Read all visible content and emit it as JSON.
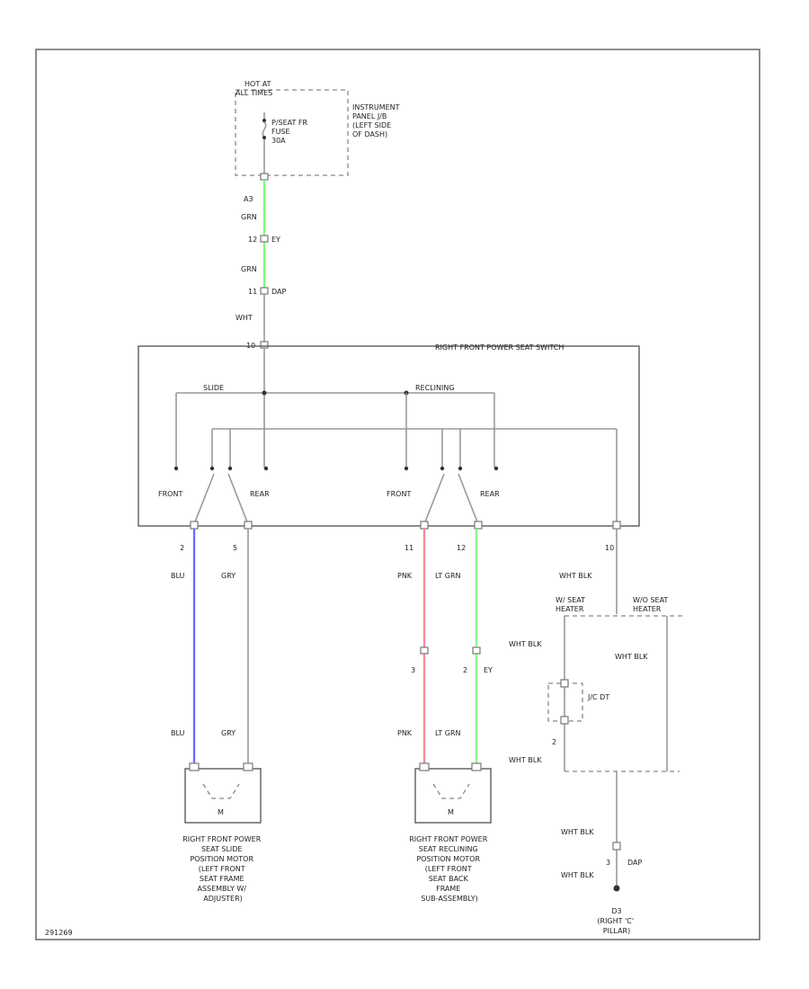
{
  "fuse_block": {
    "hot_label": [
      "HOT AT",
      "ALL TIMES"
    ],
    "fuse_label": [
      "P/SEAT FR",
      "FUSE",
      "30A"
    ],
    "location_label": [
      "INSTRUMENT",
      "PANEL J/B",
      "(LEFT SIDE",
      "OF DASH)"
    ]
  },
  "upper_wire": {
    "conn_a": "A3",
    "color_1": "GRN",
    "conn_b": "12",
    "conn_b_name": "EY",
    "color_2": "GRN",
    "conn_c": "11",
    "conn_c_name": "DAP",
    "color_3": "WHT",
    "switch_pin": "10"
  },
  "seat_switch": {
    "title": "RIGHT FRONT POWER SEAT SWITCH",
    "slide_label": "SLIDE",
    "reclining_label": "RECLINING",
    "front_label": "FRONT",
    "rear_label": "REAR"
  },
  "slide_wires": {
    "pin_left": "2",
    "pin_right": "5",
    "color_left": "BLU",
    "color_right": "GRY",
    "color_left_low": "BLU",
    "color_right_low": "GRY"
  },
  "recline_wires": {
    "pin_left": "11",
    "pin_right": "12",
    "color_left": "PNK",
    "color_right": "LT GRN",
    "inline_pin_left": "3",
    "inline_pin_right": "2",
    "inline_conn": "EY",
    "color_left_low": "PNK",
    "color_right_low": "LT GRN"
  },
  "ground_branch": {
    "pin": "10",
    "color": "WHT BLK",
    "with_heater": [
      "W/ SEAT",
      "HEATER"
    ],
    "without_heater": [
      "W/O SEAT",
      "HEATER"
    ],
    "color_left_top": "WHT BLK",
    "color_right": "WHT BLK",
    "jc_label": "J/C DT",
    "jc_pin": "2",
    "color_left_bottom": "WHT BLK",
    "color_ground_1": "WHT BLK",
    "conn_pin": "3",
    "conn_name": "DAP",
    "color_ground_2": "WHT BLK",
    "ground_id": "D3",
    "ground_location": [
      "(RIGHT 'C'",
      "PILLAR)"
    ]
  },
  "motors": {
    "slide_motor": [
      "RIGHT FRONT POWER",
      "SEAT SLIDE",
      "POSITION MOTOR",
      "(LEFT FRONT",
      "SEAT FRAME",
      "ASSEMBLY W/",
      "ADJUSTER)"
    ],
    "recline_motor": [
      "RIGHT FRONT POWER",
      "SEAT RECLINING",
      "POSITION MOTOR",
      "(LEFT FRONT",
      "SEAT BACK",
      "FRAME",
      "SUB-ASSEMBLY)"
    ],
    "motor_symbol": "M"
  },
  "footer_code": "291269",
  "wire_colors": {
    "green": "#7dfc7d",
    "blue": "#6f6ff8",
    "pink": "#f88a9e",
    "lt_green": "#8cf58c",
    "default": "#999999"
  }
}
